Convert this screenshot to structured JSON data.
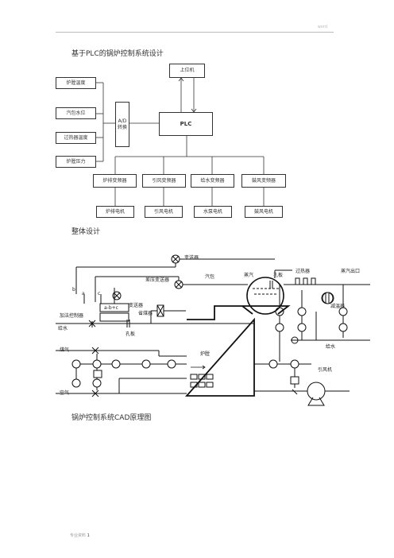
{
  "header": {
    "label": "word"
  },
  "title": "基于PLC的锅炉控制系统设计",
  "block_diagram": {
    "sensors": [
      "炉膛温度",
      "汽包水位",
      "过热器温度",
      "炉膛压力"
    ],
    "converter": "A/D\n转换",
    "upper": "上位机",
    "plc": "PLC",
    "drives": [
      "炉排变频器",
      "引风变频器",
      "给水变频器",
      "鼓风变频器"
    ],
    "motors": [
      "炉排电机",
      "引风电机",
      "水泵电机",
      "鼓风电机"
    ]
  },
  "caption_overall": "整体设计",
  "cad": {
    "labels": {
      "transmitter_top": "变送器",
      "diff_pressure": "差压变送器",
      "drum": "汽包",
      "steam": "蒸汽",
      "orifice_top": "孔板",
      "superheater": "过热器",
      "steam_out": "蒸汽出口",
      "desuperheater": "减温器",
      "b": "b",
      "a": "a",
      "c": "c",
      "adder": "a-b+c",
      "transmitter_mid": "变送器",
      "adder_ctrl": "加法控制器",
      "feedwater_left": "给水",
      "economizer": "省煤器",
      "orifice_bottom": "孔板",
      "gas": "煤气",
      "furnace": "炉膛",
      "feedwater_right": "给水",
      "induced_fan": "引风机",
      "air": "空气"
    }
  },
  "caption_cad": "锅炉控制系统CAD原理图",
  "footer": {
    "prefix": "专业资料",
    "page": "1"
  }
}
